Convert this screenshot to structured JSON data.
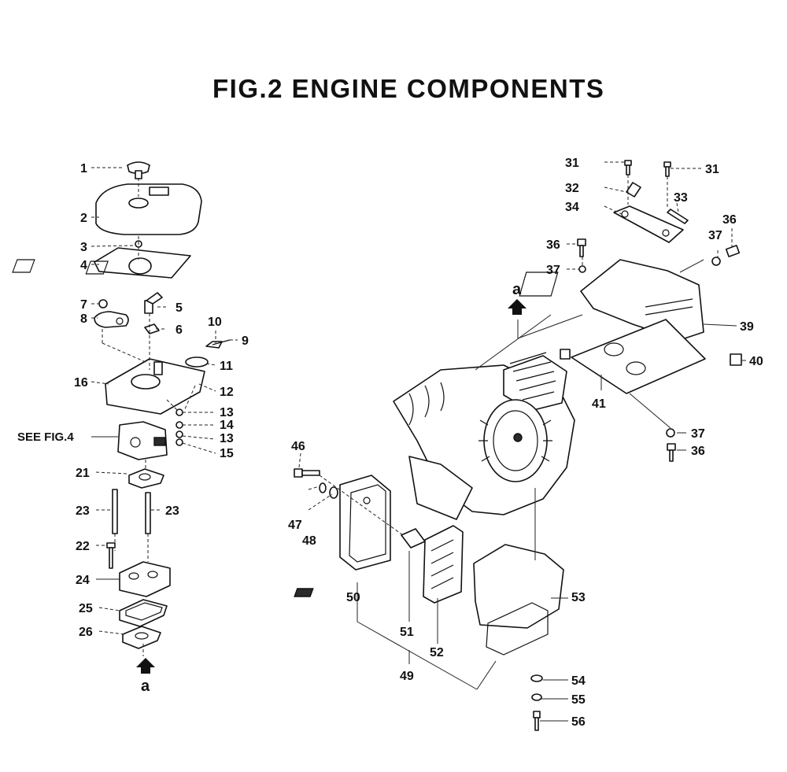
{
  "title": "FIG.2   ENGINE COMPONENTS",
  "direction_marker": "a",
  "cross_reference": "SEE FIG.4",
  "part_numbers": {
    "p1": "1",
    "p2": "2",
    "p3": "3",
    "p4": "4",
    "p5": "5",
    "p6": "6",
    "p7": "7",
    "p8": "8",
    "p9": "9",
    "p10": "10",
    "p11": "11",
    "p12": "12",
    "p13a": "13",
    "p13b": "13",
    "p14": "14",
    "p15": "15",
    "p16": "16",
    "p21": "21",
    "p22": "22",
    "p23a": "23",
    "p23b": "23",
    "p24": "24",
    "p25": "25",
    "p26": "26",
    "p31a": "31",
    "p31b": "31",
    "p32": "32",
    "p33": "33",
    "p34": "34",
    "p36a": "36",
    "p36b": "36",
    "p36c": "36",
    "p37a": "37",
    "p37b": "37",
    "p37c": "37",
    "p39": "39",
    "p40": "40",
    "p41": "41",
    "p46": "46",
    "p47": "47",
    "p48": "48",
    "p49": "49",
    "p50": "50",
    "p51": "51",
    "p52": "52",
    "p53": "53",
    "p54": "54",
    "p55": "55",
    "p56": "56"
  }
}
